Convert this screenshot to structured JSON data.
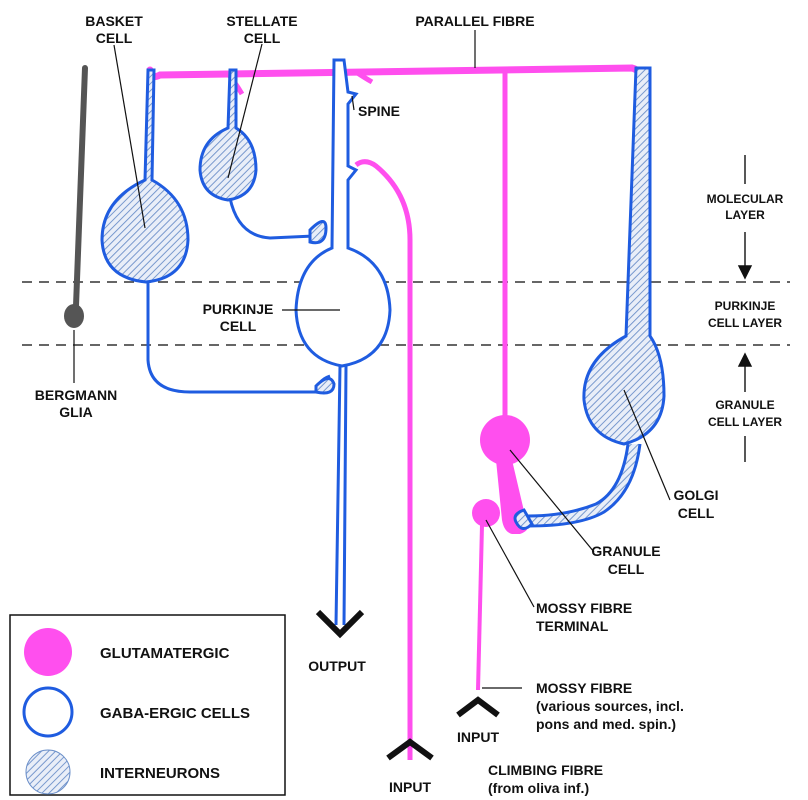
{
  "labels": {
    "basket_1": "BASKET",
    "basket_2": "CELL",
    "stellate_1": "STELLATE",
    "stellate_2": "CELL",
    "parallel": "PARALLEL FIBRE",
    "spine": "SPINE",
    "purkinje_1": "PURKINJE",
    "purkinje_2": "CELL",
    "bergmann_1": "BERGMANN",
    "bergmann_2": "GLIA",
    "output": "OUTPUT",
    "golgi_1": "GOLGI",
    "golgi_2": "CELL",
    "granule_1": "GRANULE",
    "granule_2": "CELL",
    "mossy_term_1": "MOSSY FIBRE",
    "mossy_term_2": "TERMINAL",
    "mossy_fibre_1": "MOSSY FIBRE",
    "mossy_fibre_2": "(various sources, incl.",
    "mossy_fibre_3": "pons and med. spin.)",
    "input_mossy": "INPUT",
    "input_climbing": "INPUT",
    "climbing_1": "CLIMBING FIBRE",
    "climbing_2": "(from oliva inf.)"
  },
  "layers": {
    "molecular_1": "MOLECULAR",
    "molecular_2": "LAYER",
    "purkinje_1": "PURKINJE",
    "purkinje_2": "CELL LAYER",
    "granule_1": "GRANULE",
    "granule_2": "CELL LAYER"
  },
  "legend": {
    "glutamatergic": "GLUTAMATERGIC",
    "gaba": "GABA-ERGIC CELLS",
    "interneurons": "INTERNEURONS"
  },
  "colors": {
    "glutamatergic": "#ff4fee",
    "gaba": "#1f5ce0",
    "hatch_line": "#6b8fc9",
    "glia": "#555555"
  }
}
